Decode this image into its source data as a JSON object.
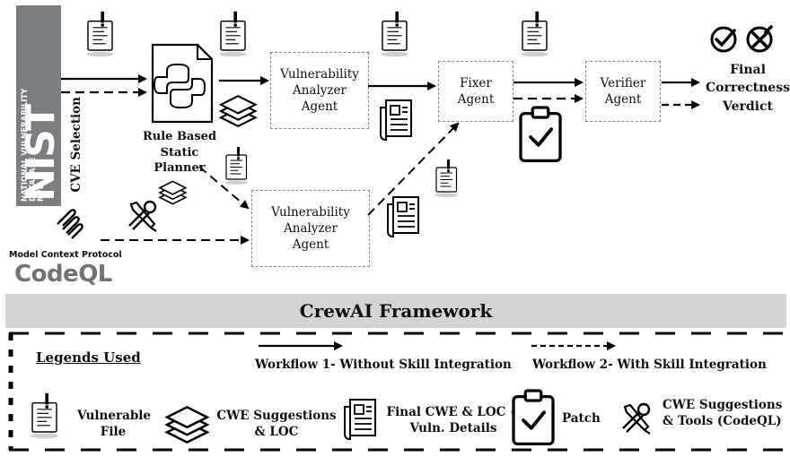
{
  "source": {
    "nist_lines": [
      "NATIONAL VULNERABILITY",
      "DATABASE",
      "NVD"
    ],
    "nist_logo": "NIST",
    "cve_selection": "CVE Selection"
  },
  "tools": {
    "mcp_label": "Model Context Protocol",
    "codeql_label": "CodeQL"
  },
  "nodes": {
    "planner": "Rule Based\nStatic Planner",
    "analyzer_top": "Vulnerability\nAnalyzer\nAgent",
    "analyzer_bottom": "Vulnerability\nAnalyzer\nAgent",
    "fixer": "Fixer\nAgent",
    "verifier": "Verifier\nAgent",
    "verdict": "Final\nCorrectness\nVerdict",
    "planner_badge": "(.*)"
  },
  "framework_title": "CrewAI Framework",
  "legend": {
    "title": "Legends Used",
    "workflow1": "Workflow 1- Without Skill Integration",
    "workflow2": "Workflow 2- With Skill Integration",
    "items": [
      {
        "icon": "vulnerable-file-icon",
        "label": "Vulnerable\nFile"
      },
      {
        "icon": "cwe-stack-icon",
        "label": "CWE Suggestions\n& LOC"
      },
      {
        "icon": "report-icon",
        "label": "Final CWE & LOC +\nVuln. Details"
      },
      {
        "icon": "patch-clipboard-icon",
        "label": "Patch"
      },
      {
        "icon": "tools-icon",
        "label": "CWE Suggestions\n& Tools (CodeQL)"
      }
    ]
  }
}
